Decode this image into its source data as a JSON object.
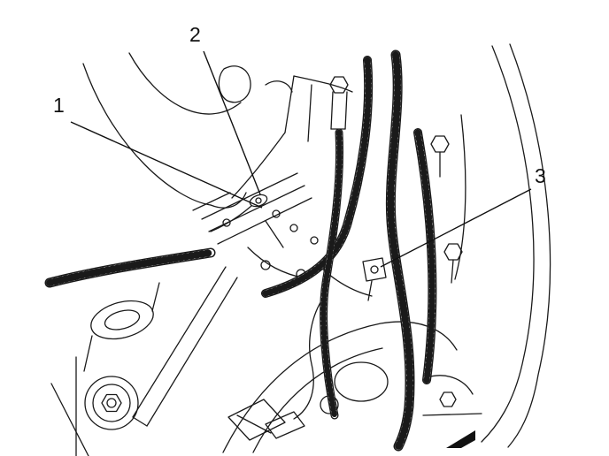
{
  "figure": {
    "type": "technical-line-illustration",
    "subject": "engine-component-callout-diagram",
    "background_color": "#ffffff",
    "line_color": "#1a1a1a",
    "text_color": "#111111"
  },
  "callouts": [
    {
      "number": "1"
    },
    {
      "number": "2"
    },
    {
      "number": "3"
    }
  ],
  "icons": {
    "direction_arrow": "filled-corner-arrow"
  }
}
